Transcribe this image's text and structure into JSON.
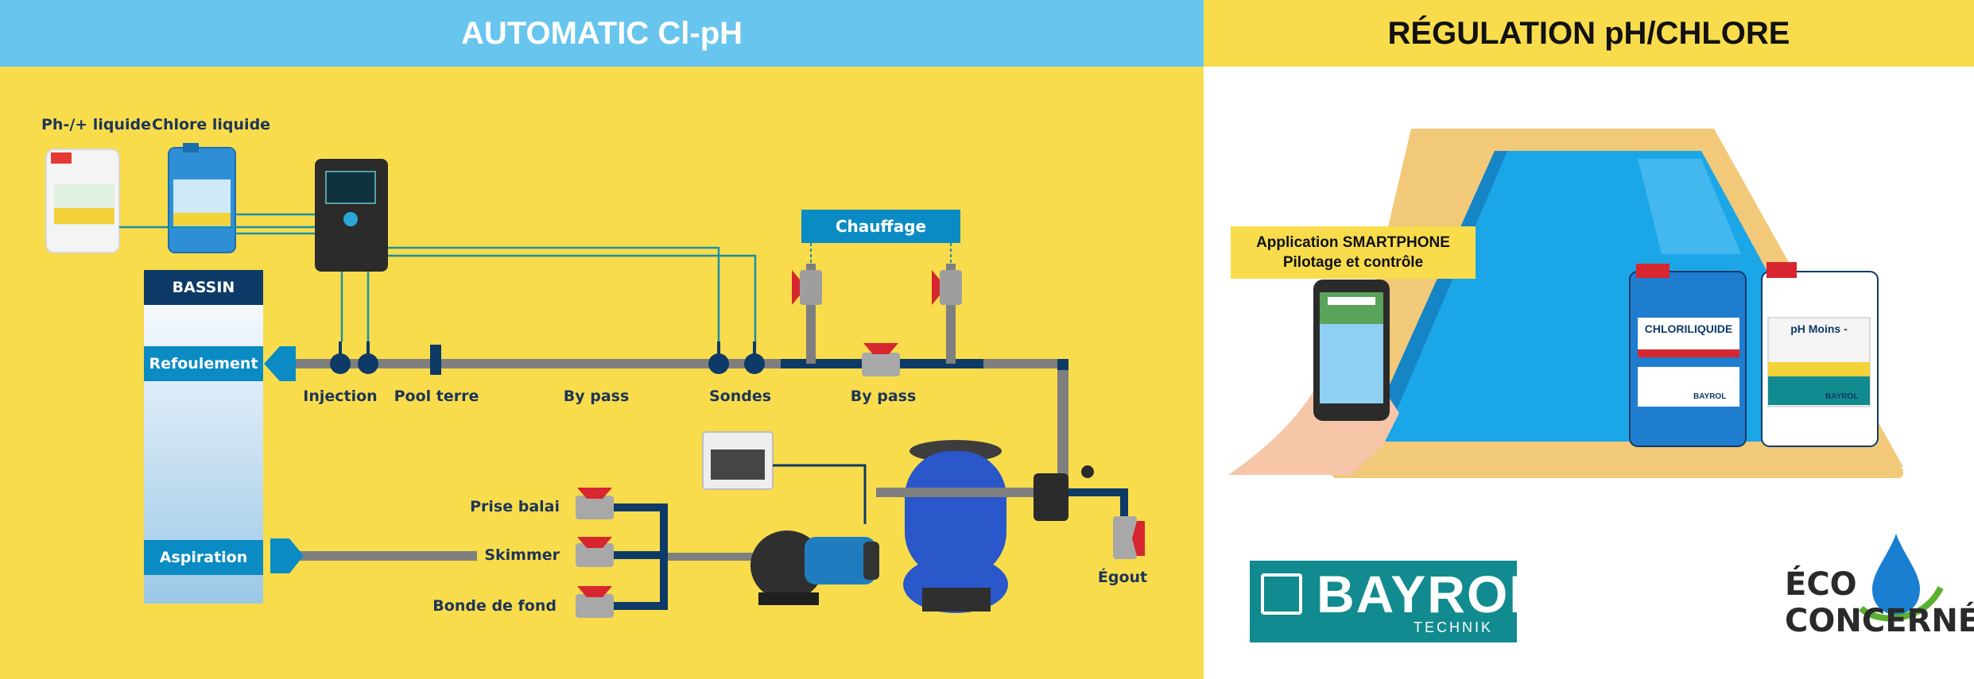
{
  "header": {
    "left_title": "AUTOMATIC Cl-pH",
    "right_title": "RÉGULATION pH/CHLORE"
  },
  "products": {
    "ph_liquid": "Ph-/+ liquide",
    "chlore_liquid": "Chlore liquide"
  },
  "bassin": {
    "title": "BASSIN",
    "refoulement": "Refoulement",
    "aspiration": "Aspiration"
  },
  "circuit": {
    "injection": "Injection",
    "pool_terre": "Pool terre",
    "by_pass_1": "By pass",
    "sondes": "Sondes",
    "by_pass_2": "By pass",
    "chauffage": "Chauffage",
    "prise_balai": "Prise balai",
    "skimmer": "Skimmer",
    "bonde_de_fond": "Bonde de fond",
    "egout": "Égout"
  },
  "app": {
    "line1": "Application SMARTPHONE",
    "line2": "Pilotage et contrôle"
  },
  "cans": {
    "chloriliquide": "CHLORILIQUIDE",
    "ph_moins": "pH Moins -",
    "bayrol_small_1": "BAYROL",
    "bayrol_small_2": "BAYROL"
  },
  "brand": {
    "name": "BAYROL",
    "sub": "TECHNIK",
    "eco_line1": "ÉCO",
    "eco_line2": "CONCERNÉ"
  },
  "colors": {
    "yellow": "#f8dc4c",
    "sky": "#67c5ee",
    "navy": "#0d3a66",
    "blue": "#0b8bc4",
    "teal": "#118b8f",
    "pipe": "#7f7f7f"
  }
}
